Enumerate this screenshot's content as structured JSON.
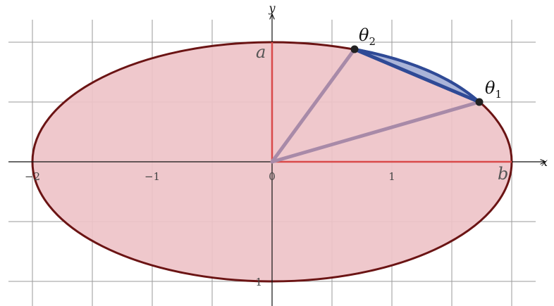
{
  "axes": {
    "x_name": "x",
    "y_name": "y",
    "x_ticks": [
      "−2",
      "−1",
      "0",
      "1"
    ],
    "y_tick_bottom": "1"
  },
  "labels": {
    "a": "a",
    "b": "b",
    "theta1_main": "θ",
    "theta1_sub": "1",
    "theta2_main": "θ",
    "theta2_sub": "2"
  },
  "colors": {
    "ellipse_fill": "#eec3c8",
    "ellipse_stroke": "#6b1414",
    "radius_lines": "#d94a4a",
    "spokes": "#a88aa8",
    "chord": "#2f4a96",
    "segment_fill": "#aab4d8",
    "grid": "#9a9a9a"
  }
}
